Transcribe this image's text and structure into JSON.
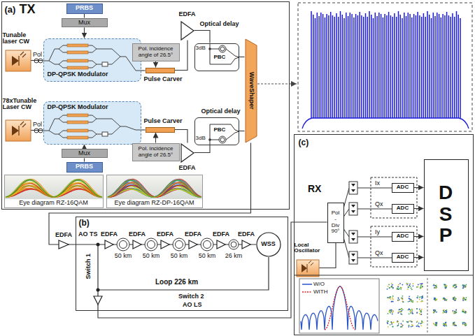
{
  "diagram": {
    "nodes": [
      {
        "text": [
          "(a)",
          "TX"
        ]
      },
      {
        "text": [
          "PRBS"
        ],
        "in": 0
      },
      {
        "text": [
          "Mux"
        ],
        "in": 0
      },
      {
        "text": [
          "Tunable laser CW"
        ],
        "in": 0
      },
      {
        "text": [
          "DP-QPSK Modulator"
        ],
        "in": 0
      },
      {
        "text": [
          "Pol. incidence angle of 26.5°"
        ],
        "in": 0
      },
      {
        "text": [
          "Pulse Carver"
        ],
        "in": 0
      },
      {
        "text": [
          "EDFA"
        ],
        "in": 0
      },
      {
        "text": [
          "Optical delay",
          "3dB",
          "PBC"
        ],
        "in": 0
      },
      {
        "text": [
          "WaveShaper"
        ],
        "in": 0
      },
      {
        "text": [
          "78xTunable Laser CW"
        ],
        "in": 0
      },
      {
        "text": [
          "DP-QPSK Modulator"
        ],
        "in": 0
      },
      {
        "text": [
          "Mux"
        ],
        "in": 0
      },
      {
        "text": [
          "PRBS"
        ],
        "in": 0
      },
      {
        "text": [
          "Pulse Carver"
        ],
        "in": 0
      },
      {
        "text": [
          "Pol. incidence angle of 26.5°"
        ],
        "in": 0
      },
      {
        "text": [
          "EDFA"
        ],
        "in": 0
      },
      {
        "text": [
          "Optical delay",
          "3dB",
          "PBC"
        ],
        "in": 0
      },
      {
        "text": [
          "Eye diagram RZ-16QAM"
        ],
        "in": 0
      },
      {
        "text": [
          "Eye diagram RZ-DP-16QAM"
        ],
        "in": 0
      },
      {
        "text": [
          "(b)"
        ]
      },
      {
        "text": [
          "WSS"
        ],
        "in": 20
      },
      {
        "text": [
          "(c)"
        ]
      },
      {
        "text": [
          "Pol - Div 90°"
        ],
        "in": 22
      },
      {
        "text": [
          "Local Oscillator"
        ],
        "in": 22
      },
      {
        "text": [
          "ADC"
        ],
        "in": 22
      },
      {
        "text": [
          "ADC"
        ],
        "in": 22
      },
      {
        "text": [
          "ADC"
        ],
        "in": 22
      },
      {
        "text": [
          "ADC"
        ],
        "in": 22
      },
      {
        "text": [
          "D S P"
        ],
        "in": 22
      }
    ],
    "edges": [
      {
        "from": 1,
        "to": 2,
        "arrow": "none"
      },
      {
        "from": 2,
        "to": 4,
        "arrow": "to"
      },
      {
        "from": 3,
        "to": 4,
        "arrow": "none"
      },
      {
        "from": 4,
        "to": 6,
        "arrow": "none"
      },
      {
        "from": 5,
        "to": 6,
        "arrow": "to"
      },
      {
        "from": 6,
        "to": 7,
        "arrow": "none"
      },
      {
        "from": 7,
        "to": 8,
        "arrow": "none"
      },
      {
        "from": 8,
        "to": 9,
        "arrow": "none"
      },
      {
        "from": 10,
        "to": 11,
        "arrow": "none"
      },
      {
        "from": 12,
        "to": 11,
        "arrow": "to"
      },
      {
        "from": 13,
        "to": 12,
        "arrow": "none"
      },
      {
        "from": 11,
        "to": 14,
        "arrow": "none"
      },
      {
        "from": 15,
        "to": 14,
        "arrow": "to"
      },
      {
        "from": 14,
        "to": 16,
        "arrow": "none"
      },
      {
        "from": 16,
        "to": 17,
        "arrow": "none"
      },
      {
        "from": 17,
        "to": 9,
        "arrow": "none"
      },
      {
        "from": 9,
        "to": 20,
        "arrow": "none"
      },
      {
        "from": 20,
        "to": 23,
        "arrow": "none"
      },
      {
        "from": 24,
        "to": 23,
        "arrow": "none"
      },
      {
        "from": 25,
        "to": 29,
        "arrow": "to"
      },
      {
        "from": 26,
        "to": 29,
        "arrow": "to"
      },
      {
        "from": 27,
        "to": 29,
        "arrow": "to"
      },
      {
        "from": 28,
        "to": 29,
        "arrow": "to"
      }
    ],
    "labels": [
      "Pol",
      "Pol",
      "EDFA",
      "EDFA",
      "EDFA",
      "EDFA",
      "EDFA",
      "EDFA",
      "EDFA",
      "50 km",
      "50 km",
      "50 km",
      "50 km",
      "26 km",
      "AO TS",
      "Switch 1",
      "Loop 226 km",
      "Switch 2",
      "AO LS",
      "RX",
      "Ix",
      "Qx",
      "Iy",
      "Qx"
    ],
    "legend": [
      {
        "text": "W/O"
      },
      {
        "text": "WITH"
      }
    ]
  }
}
